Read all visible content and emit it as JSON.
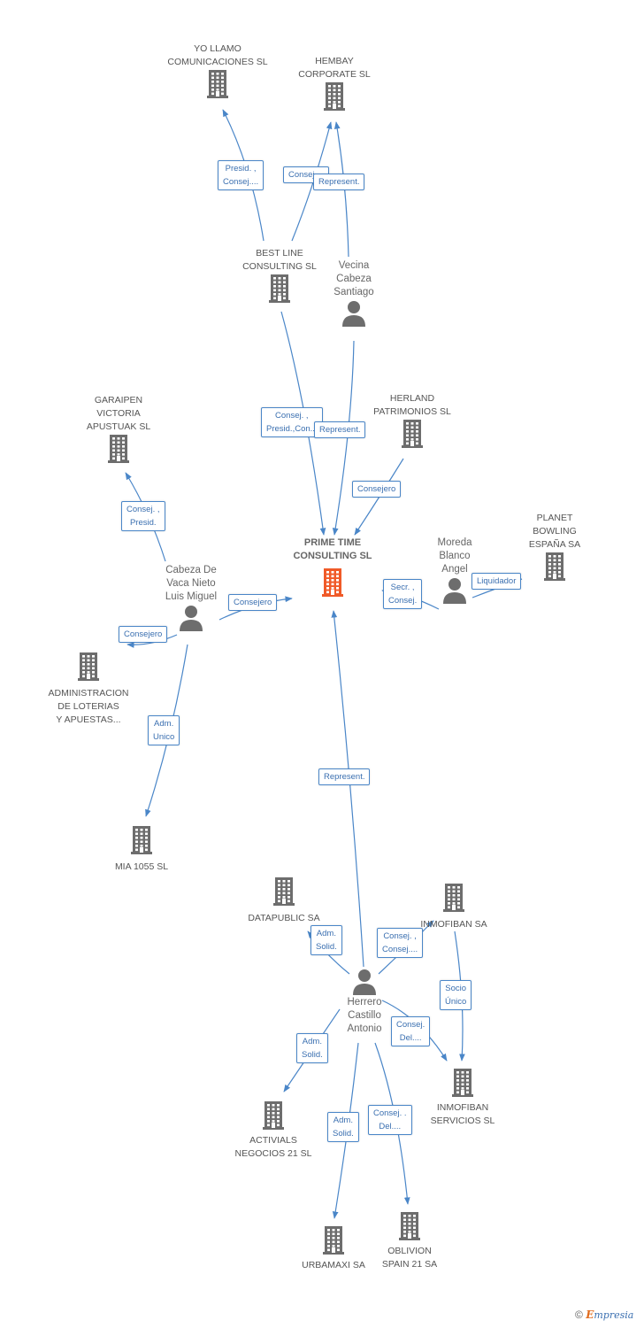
{
  "nodes": {
    "yo_llamo": {
      "label": "YO LLAMO\nCOMUNICACIONES SL"
    },
    "hembay": {
      "label": "HEMBAY\nCORPORATE SL"
    },
    "best_line": {
      "label": "BEST LINE\nCONSULTING  SL"
    },
    "vecina": {
      "label": "Vecina\nCabeza\nSantiago"
    },
    "garaipen": {
      "label": "GARAIPEN\nVICTORIA\nAPUSTUAK SL"
    },
    "herland": {
      "label": "HERLAND\nPATRIMONIOS SL"
    },
    "prime_time": {
      "label": "PRIME TIME\nCONSULTING SL"
    },
    "moreda": {
      "label": "Moreda\nBlanco\nAngel"
    },
    "planet": {
      "label": "PLANET\nBOWLING\nESPAÑA SA"
    },
    "cabeza": {
      "label": "Cabeza De\nVaca Nieto\nLuis Miguel"
    },
    "admin_loterias": {
      "label": "ADMINISTRACION\nDE LOTERIAS\nY APUESTAS..."
    },
    "mia": {
      "label": "MIA 1055 SL"
    },
    "datapublic": {
      "label": "DATAPUBLIC SA"
    },
    "inmofiban": {
      "label": "INMOFIBAN SA"
    },
    "herrero": {
      "label": "Herrero\nCastillo\nAntonio"
    },
    "inmofiban_serv": {
      "label": "INMOFIBAN\nSERVICIOS SL"
    },
    "activials": {
      "label": "ACTIVIALS\nNEGOCIOS 21 SL"
    },
    "urbamaxi": {
      "label": "URBAMAXI SA"
    },
    "oblivion": {
      "label": "OBLIVION\nSPAIN 21 SA"
    }
  },
  "edge_labels": {
    "bestline_yollamo": "Presid. ,\nConsej....",
    "bestline_hembay": "Consej....",
    "vecina_hembay": "Represent.",
    "bestline_prime": "Consej. ,\nPresid.,Con...",
    "vecina_prime": "Represent.",
    "herland_prime": "Consejero",
    "cabeza_garaipen": "Consej. ,\nPresid.",
    "cabeza_prime": "Consejero",
    "cabeza_admin": "Consejero",
    "cabeza_mia": "Adm.\nUnico",
    "moreda_prime": "Secr. ,\nConsej.",
    "moreda_planet": "Liquidador",
    "herrero_prime": "Represent.",
    "herrero_datapublic": "Adm.\nSolid.",
    "herrero_inmofiban": "Consej. ,\nConsej....",
    "inmofiban_serv": "Socio\nÚnico",
    "herrero_inmofiban_serv": "Consej.\nDel....",
    "herrero_activials": "Adm.\nSolid.",
    "herrero_urbamaxi": "Adm.\nSolid.",
    "herrero_oblivion": "Consej. .\nDel...."
  },
  "colors": {
    "building": "#6d6d6d",
    "focus_building": "#f05a28",
    "person": "#6d6d6d",
    "edge": "#4a86c8"
  },
  "footer": {
    "copyright": "©",
    "brand_letter": "E",
    "brand_rest": "mpresia"
  }
}
